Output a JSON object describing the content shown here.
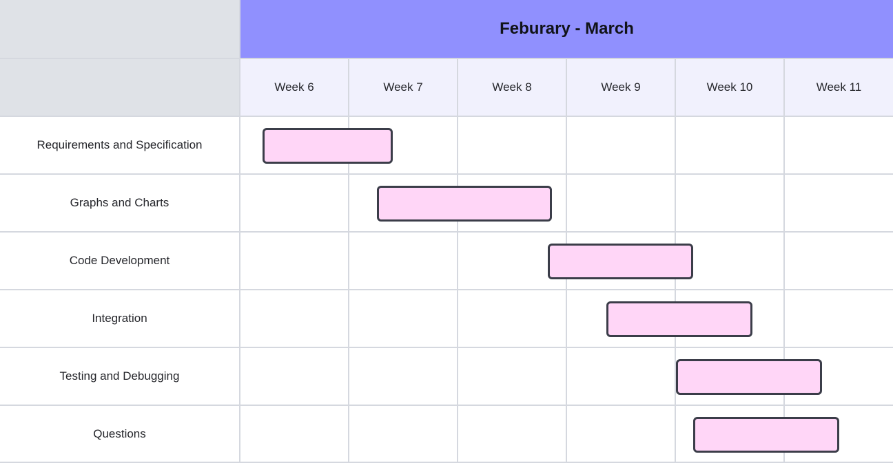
{
  "chart_data": {
    "type": "gantt",
    "title": "Feburary - March",
    "weeks": [
      "Week 6",
      "Week 7",
      "Week 8",
      "Week 9",
      "Week 10",
      "Week 11"
    ],
    "x_unit": "week",
    "xlim": [
      6,
      12
    ],
    "tasks": [
      {
        "name": "Requirements and Specification",
        "start": 6.2,
        "end": 7.4
      },
      {
        "name": "Graphs and Charts",
        "start": 7.25,
        "end": 8.86
      },
      {
        "name": "Code Development",
        "start": 8.82,
        "end": 10.16
      },
      {
        "name": "Integration",
        "start": 9.36,
        "end": 10.7
      },
      {
        "name": "Testing and Debugging",
        "start": 10.0,
        "end": 11.34
      },
      {
        "name": "Questions",
        "start": 10.16,
        "end": 11.5
      }
    ]
  },
  "colors": {
    "title_background": "#9090fe",
    "header_background": "#f1f1fd",
    "corner_background": "#dfe2e7",
    "bar_fill": "#ffd6f7",
    "bar_border": "#3b3d49",
    "grid_line": "#d5d8df"
  }
}
